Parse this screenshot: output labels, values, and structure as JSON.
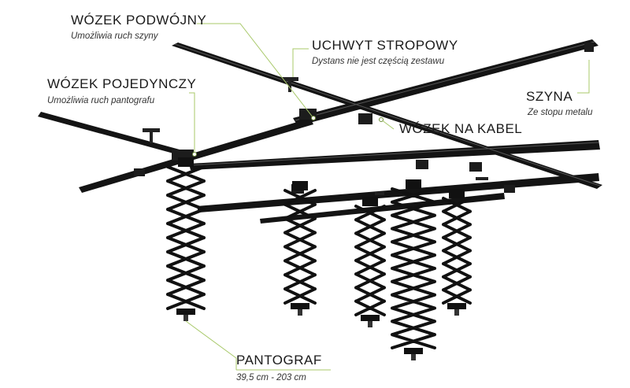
{
  "labels": {
    "wozek_podwojny": {
      "title": "WÓZEK PODWÓJNY",
      "subtitle": "Umożliwia ruch szyny"
    },
    "uchwyt_stropowy": {
      "title": "UCHWYT STROPOWY",
      "subtitle": "Dystans nie jest częścią zestawu"
    },
    "wozek_pojedynczy": {
      "title": "WÓZEK POJEDYNCZY",
      "subtitle": "Umożliwia ruch pantografu"
    },
    "szyna": {
      "title": "SZYNA",
      "subtitle": "Ze stopu metalu"
    },
    "wozek_na_kabel": {
      "title": "WÓZEK NA KABEL"
    },
    "pantograf": {
      "title": "PANTOGRAF",
      "subtitle": "39,5 cm - 203 cm"
    }
  },
  "colors": {
    "rail": "#141414",
    "leader": "#a8c96a",
    "text": "#1a1a1a"
  }
}
